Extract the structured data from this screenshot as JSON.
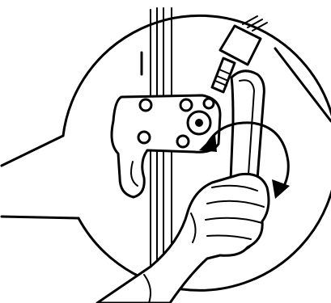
{
  "figure": {
    "type": "line-art-instruction-detail",
    "stroke_color": "#000000",
    "background_color": "#ffffff",
    "elements": [
      "callout-circle-frame",
      "callout-pointer",
      "vertical-rail",
      "mounting-bracket",
      "release-lever",
      "hand",
      "rotation-arrow"
    ]
  }
}
